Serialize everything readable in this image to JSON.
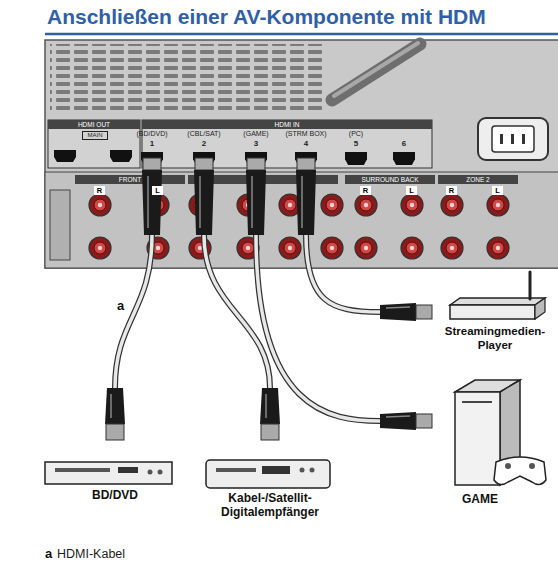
{
  "diagram": {
    "title": "Anschließen einer AV-Komponente mit HDM",
    "nodes": [
      {
        "text": [
          "(BD/DVD)",
          "1"
        ]
      },
      {
        "text": [
          "(CBL/SAT)",
          "2"
        ]
      },
      {
        "text": [
          "(GAME)",
          "3"
        ]
      },
      {
        "text": [
          "(STRM BOX)",
          "4"
        ]
      },
      {
        "text": [
          "(PC)",
          "5"
        ]
      },
      {
        "text": [
          "6"
        ]
      },
      {
        "text": [
          "BD/DVD"
        ]
      },
      {
        "text": [
          "Kabel-/Satellit- Digitalempfänger"
        ]
      },
      {
        "text": [
          "Streamingmedien- Player"
        ]
      },
      {
        "text": [
          "GAME"
        ]
      }
    ],
    "edges": [
      {
        "from": 0,
        "to": 6,
        "arrow": "none"
      },
      {
        "from": 1,
        "to": 7,
        "arrow": "none"
      },
      {
        "from": 2,
        "to": 9,
        "arrow": "none"
      },
      {
        "from": 3,
        "to": 8,
        "arrow": "none"
      }
    ],
    "labels": [
      "HDMI OUT",
      "MAIN",
      "HDMI IN",
      "FRONT",
      "R",
      "L",
      "SURROUND BACK",
      "R",
      "L",
      "ZONE 2",
      "R",
      "L",
      "a",
      "a",
      "HDMI-Kabel"
    ]
  }
}
